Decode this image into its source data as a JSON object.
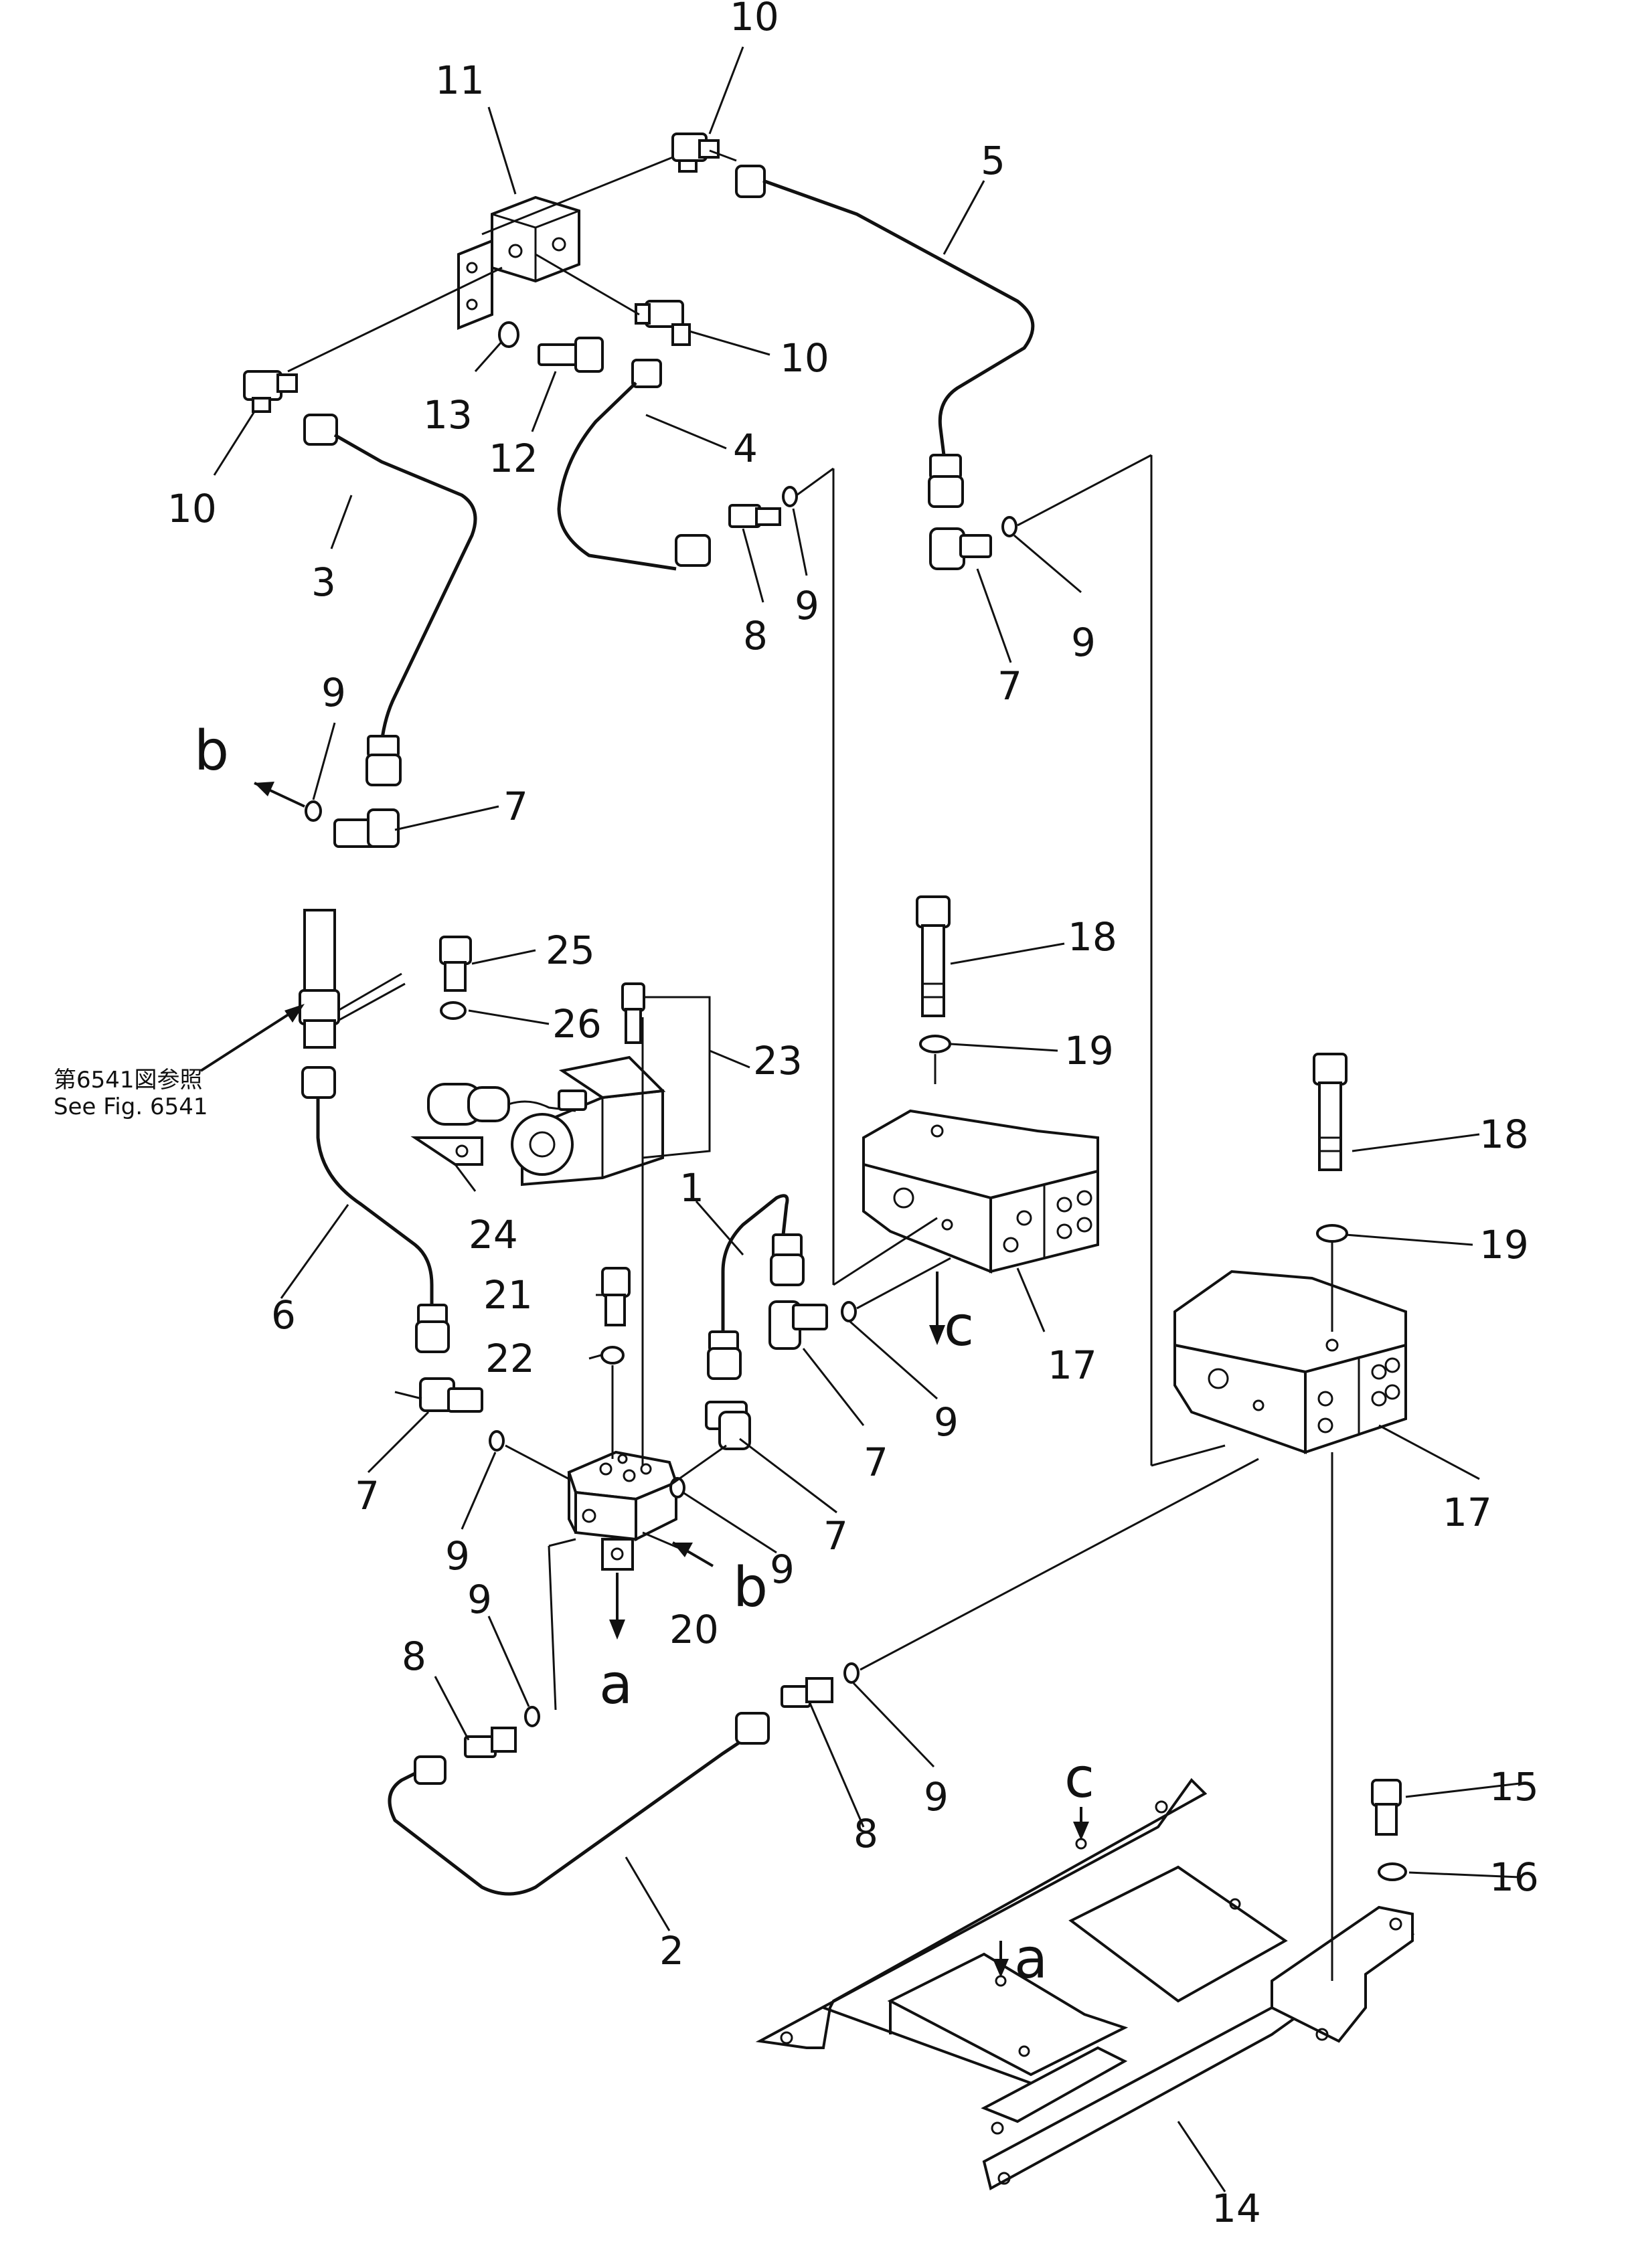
{
  "reference_note": {
    "japanese": "第6541図参照",
    "english": "See Fig. 6541"
  },
  "part_numbers": {
    "p1": "1",
    "p2": "2",
    "p3": "3",
    "p4": "4",
    "p5": "5",
    "p6": "6",
    "p7": "7",
    "p8": "8",
    "p9": "9",
    "p10": "10",
    "p11": "11",
    "p12": "12",
    "p13": "13",
    "p14": "14",
    "p15": "15",
    "p16": "16",
    "p17": "17",
    "p18": "18",
    "p19": "19",
    "p20": "20",
    "p21": "21",
    "p22": "22",
    "p23": "23",
    "p24": "24",
    "p25": "25",
    "p26": "26"
  },
  "connection_letters": {
    "a": "a",
    "b": "b",
    "c": "c"
  }
}
